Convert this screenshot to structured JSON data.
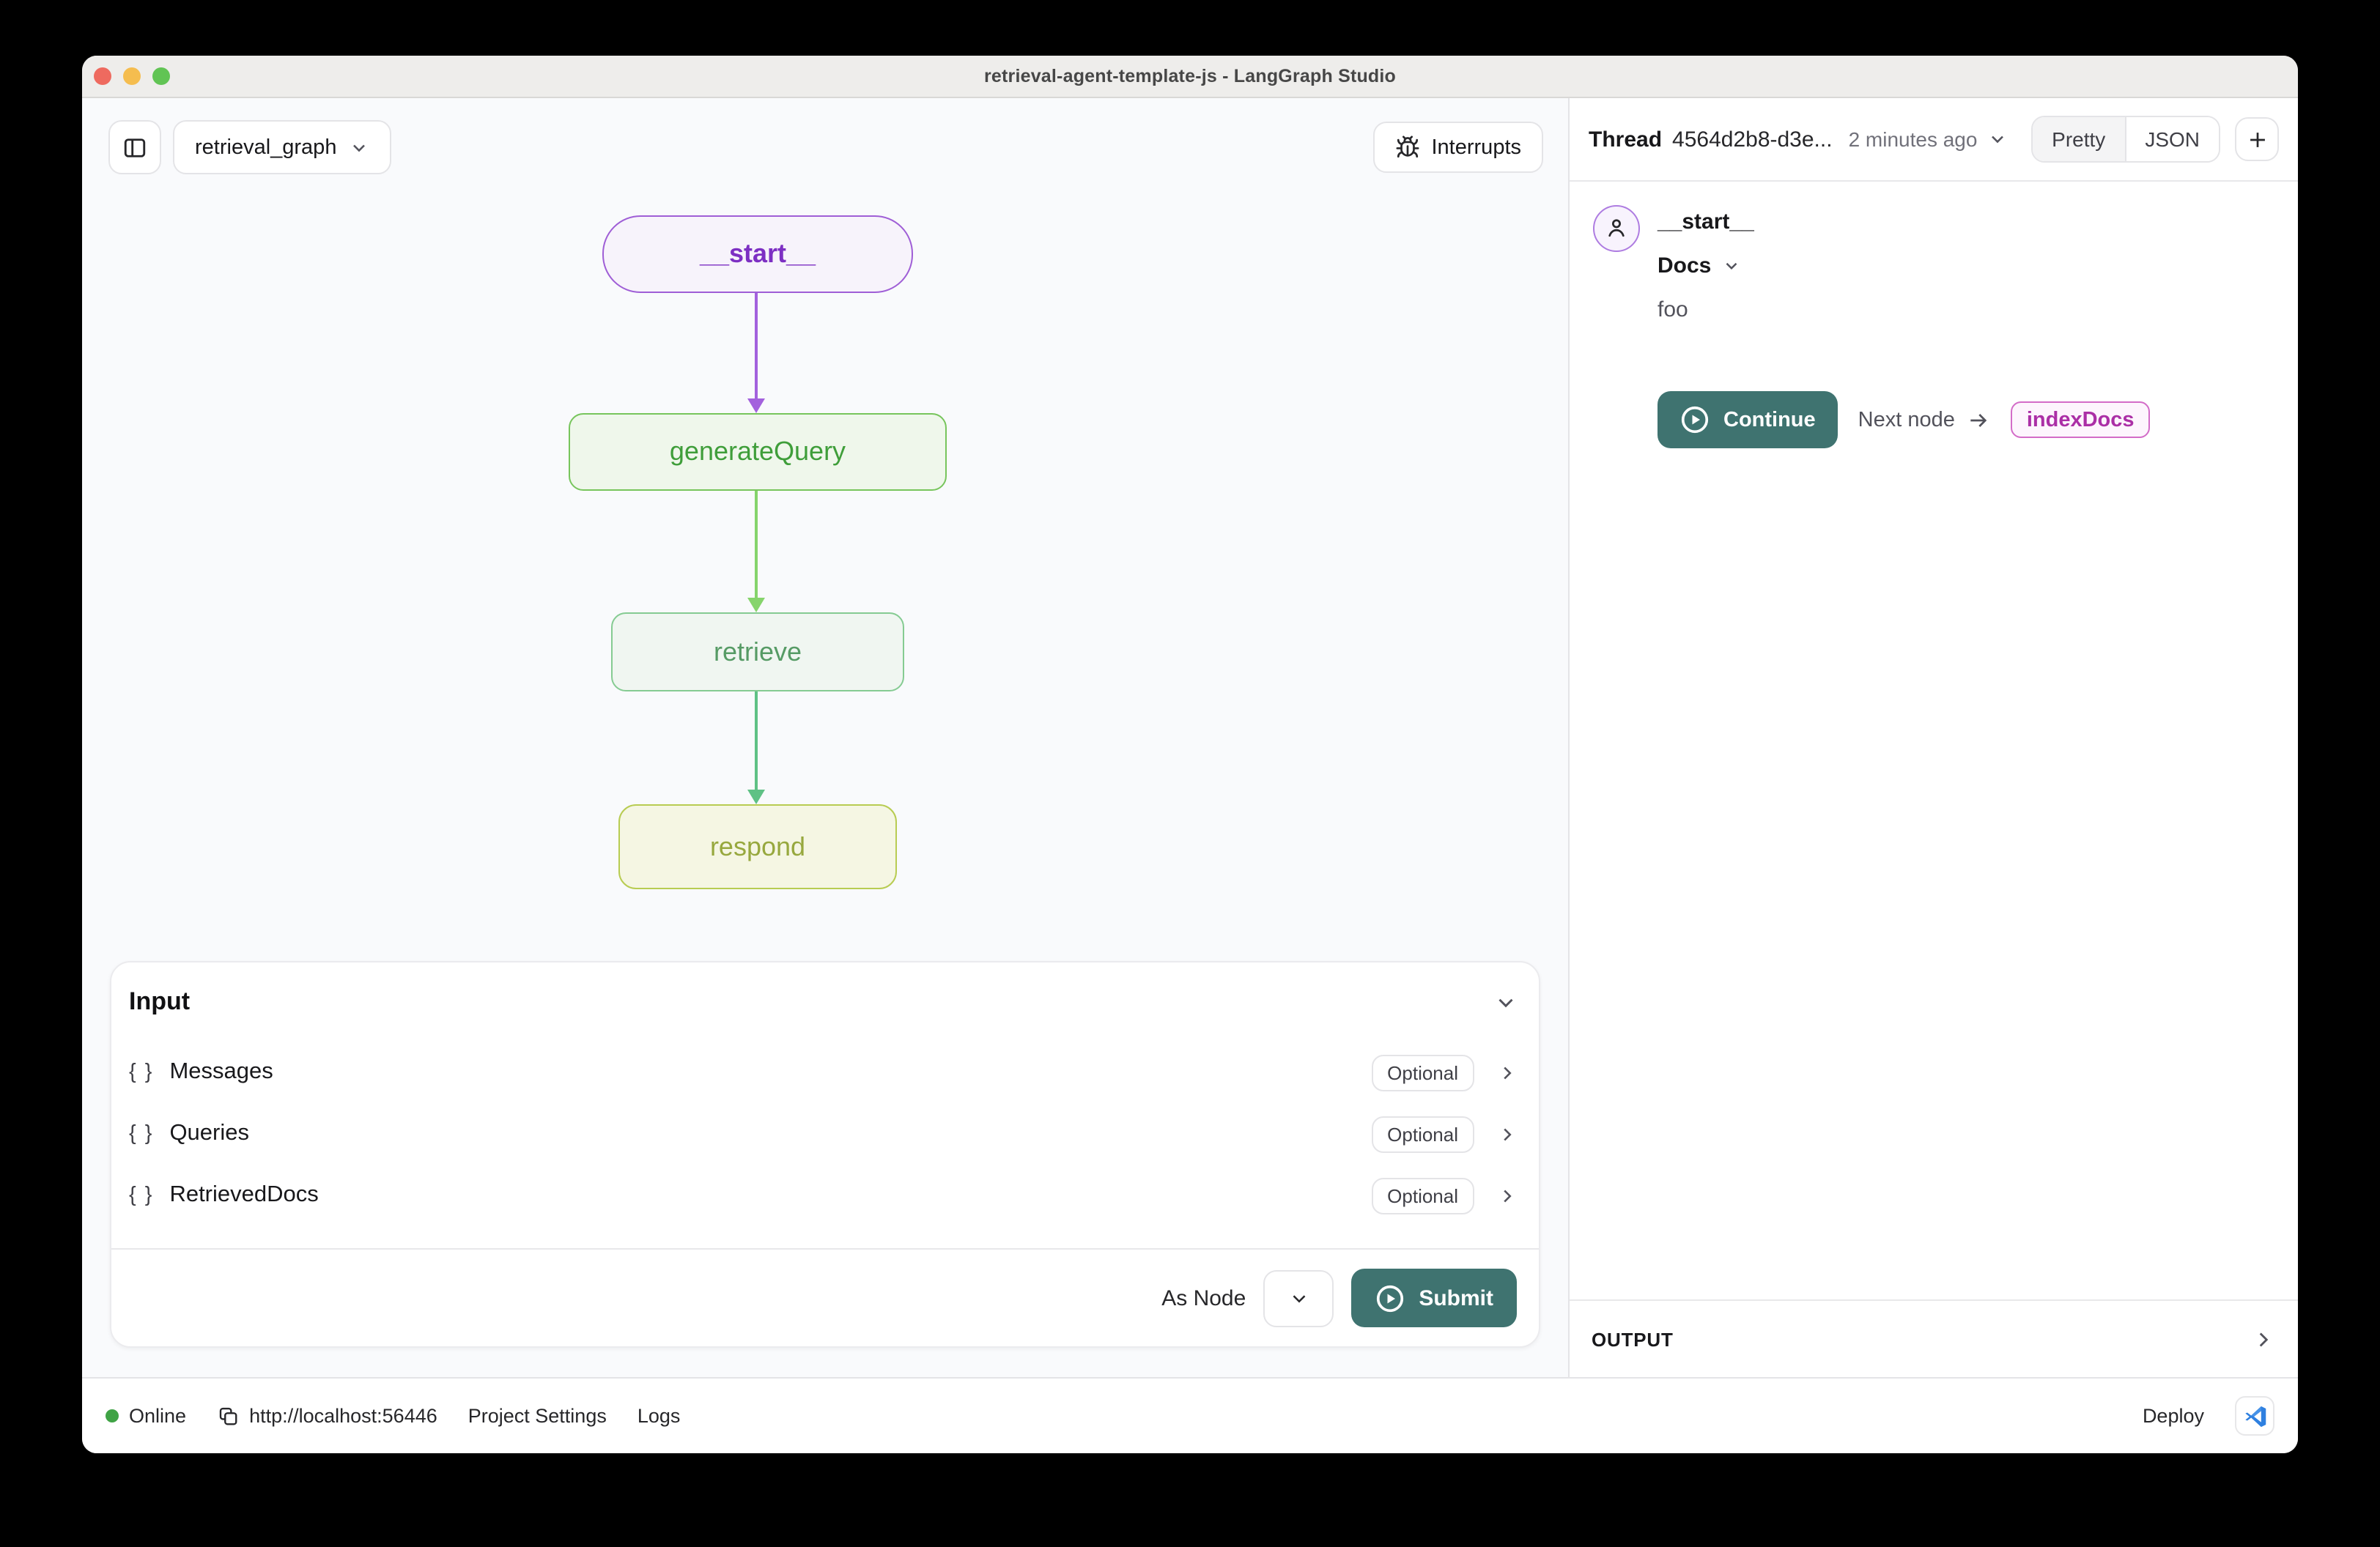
{
  "window": {
    "title": "retrieval-agent-template-js - LangGraph Studio"
  },
  "graph_toolbar": {
    "selector_label": "retrieval_graph",
    "interrupts_label": "Interrupts"
  },
  "graph": {
    "nodes": [
      {
        "id": "__start__",
        "label": "__start__"
      },
      {
        "id": "generateQuery",
        "label": "generateQuery"
      },
      {
        "id": "retrieve",
        "label": "retrieve"
      },
      {
        "id": "respond",
        "label": "respond"
      }
    ],
    "edges": [
      {
        "from": "__start__",
        "to": "generateQuery"
      },
      {
        "from": "generateQuery",
        "to": "retrieve"
      },
      {
        "from": "retrieve",
        "to": "respond"
      }
    ]
  },
  "input_panel": {
    "title": "Input",
    "rows": [
      {
        "label": "Messages",
        "badge": "Optional"
      },
      {
        "label": "Queries",
        "badge": "Optional"
      },
      {
        "label": "RetrievedDocs",
        "badge": "Optional"
      }
    ],
    "as_node_label": "As Node",
    "submit_label": "Submit"
  },
  "thread": {
    "header_label": "Thread",
    "id": "4564d2b8-d3e...",
    "time": "2 minutes ago",
    "pretty_label": "Pretty",
    "json_label": "JSON",
    "message": {
      "node": "__start__",
      "field": "Docs",
      "value": "foo"
    },
    "continue_label": "Continue",
    "next_node_label": "Next node",
    "next_node_value": "indexDocs",
    "output_label": "OUTPUT"
  },
  "statusbar": {
    "online_label": "Online",
    "url": "http://localhost:56446",
    "project_settings_label": "Project Settings",
    "logs_label": "Logs",
    "deploy_label": "Deploy"
  },
  "colors": {
    "accent_teal": "#3f7370",
    "node_start_border": "#9f5ed6",
    "node_start_text": "#7d2fc3",
    "node_generate_query_border": "#77c55c",
    "node_generate_query_text": "#3f9e3a",
    "node_retrieve_border": "#85cb92",
    "node_retrieve_text": "#569b65",
    "node_respond_border": "#b8cc52",
    "node_respond_text": "#97a83e",
    "edge_start": "#a361dd",
    "edge_generate": "#86d46c",
    "edge_retrieve": "#5fc185",
    "next_node_badge_text": "#ab2fa6",
    "online_green": "#3fa345"
  }
}
